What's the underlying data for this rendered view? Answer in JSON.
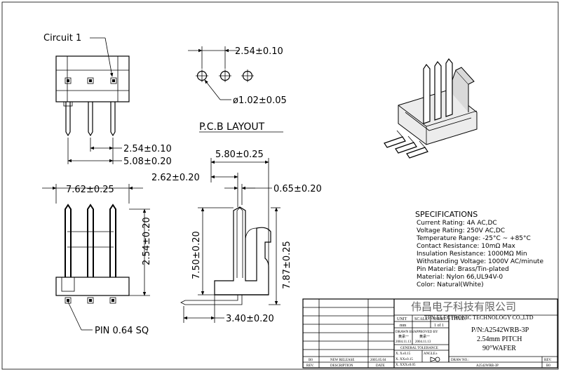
{
  "labels": {
    "circuit": "Circuit  1",
    "pcb_layout": "P.C.B  LAYOUT",
    "pin": "PIN  0.64  SQ"
  },
  "dimensions": {
    "d_pitch_pcb": "2.54±0.10",
    "d_hole": "ø1.02±0.05",
    "d_pitch_front": "2.54±0.10",
    "d_total_front": "5.08±0.20",
    "d_width_body": "7.62±0.25",
    "d_height_body": "2.54±0.20",
    "d_side_top": "5.80±0.25",
    "d_side_left": "2.62±0.20",
    "d_side_pin": "0.65±0.20",
    "d_side_height": "7.50±0.20",
    "d_side_total": "7.87±0.25",
    "d_side_bottom": "3.40±0.20"
  },
  "specifications": {
    "title": "SPECIFICATIONS",
    "lines": [
      "Current Rating:  4A AC,DC",
      "Voltage Rating:  250V AC,DC",
      "Temperature Range:  -25°C ~ +85°C",
      "Contact Resistance:  10mΩ Max",
      "Insulation Resistance:  1000MΩ Min",
      "Withstanding Voltage:  1000V AC/minute",
      "Pin Material:  Brass/Tin-plated",
      "Material:  Nylon 66,UL94V-0",
      "Color:  Natural(White)"
    ]
  },
  "title_block": {
    "company_cn": "伟昌电子科技有限公司",
    "company_en": "TEN ELECTRONIC TECHNOLOGY CO.,LTD",
    "unit_label": "UNIT",
    "unit_value": "mm",
    "scale_label": "SCALE",
    "sheet_label": "SHEET",
    "sheet_value": "1 of 1",
    "title_label": "TITLE:",
    "drawn_by_label": "DRAWN BY",
    "drawn_by_name": "黄承一",
    "drawn_by_date": "2004.11.13",
    "approved_by_label": "APPROVED BY",
    "approved_by_name": "黄承一",
    "approved_by_date": "2004.11.13",
    "tolerance_label": "GENERAL TOLERANCE",
    "tol_1": "X. X±0.15",
    "tol_2": "X. XX±0.15",
    "tol_3": "X. XXX±0.05",
    "angle_label": "ANGLE±",
    "part_number": "P/N:A2542WRB-3P",
    "pitch": "2.54mm PITCH",
    "wafer": "90°WAFER",
    "draw_no_label": "DRAW NO.:",
    "draw_no_value": "A2542WRB-3P",
    "rev_label": "REV.",
    "rev_value": "B0",
    "rev_row_rev": "B0",
    "rev_row_desc": "NEW RELEASE",
    "rev_row_date": "2005.05.04",
    "rev_head_rev": "REV.",
    "rev_head_desc": "DESCRIPTION",
    "rev_head_date": "DATE"
  }
}
